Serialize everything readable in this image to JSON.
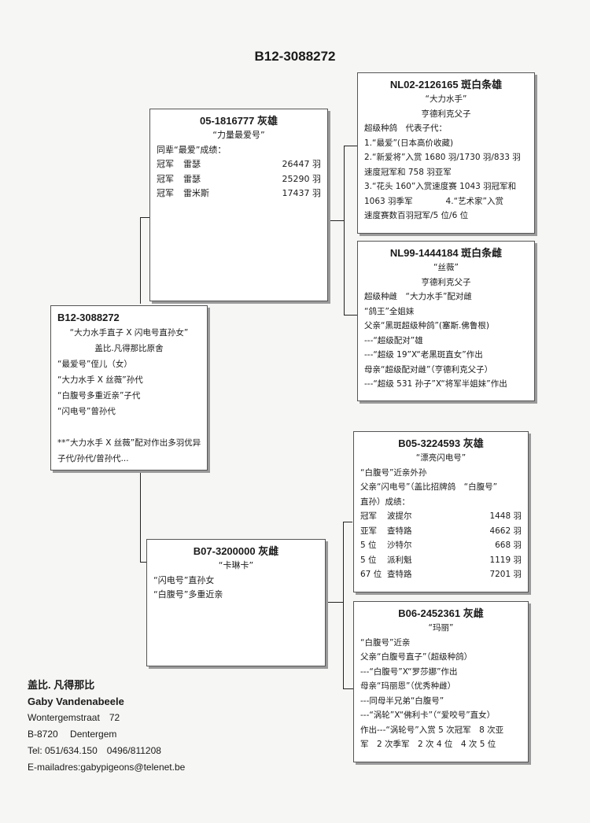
{
  "title": "B12-3088272",
  "subject": {
    "id": "B12-3088272",
    "lines": [
      "“大力水手直子 X 闪电号直孙女”",
      "盖比.凡得那比原舍",
      "“最爱号”侄儿（女）",
      "“大力水手 X 丝薇”孙代",
      "“白腹号多重近亲”子代",
      "“闪电号”曾孙代",
      "",
      "**“大力水手 X 丝薇”配对作出多羽优异",
      "子代/孙代/曾孙代..."
    ]
  },
  "sire": {
    "header": "05-1816777  灰雄",
    "name": "“力量最爱号”",
    "lines": [
      "同辈“最爱”成绩："
    ],
    "results": [
      {
        "a": "冠军",
        "b": "雷瑟",
        "c": "26447 羽"
      },
      {
        "a": "冠军",
        "b": "雷瑟",
        "c": "25290 羽"
      },
      {
        "a": "冠军",
        "b": "雷米斯",
        "c": "17437 羽"
      }
    ]
  },
  "sire_sire": {
    "header": "NL02-2126165 斑白条雄",
    "name": "“大力水手”",
    "lines": [
      "亨德利克父子",
      "超级种鸽　代表子代：",
      "1.“最爱”(日本高价收藏)",
      "2.“新爱将”入赏 1680 羽/1730 羽/833 羽",
      "速度冠军和 758 羽亚军",
      "3.“花头 160”入赏速度赛 1043 羽冠军和",
      "1063 羽季军　　　　4.“艺术家”入赏",
      "速度赛数百羽冠军/5 位/6 位"
    ]
  },
  "sire_dam": {
    "header": "NL99-1444184 斑白条雌",
    "name": "“丝薇”",
    "lines": [
      "亨德利克父子",
      "超级种雌　“大力水手”配对雌",
      "“鸽王”全姐妹",
      "父亲“黑斑超级种鸽”(塞斯.佛鲁根)",
      "---“超级配对”雄",
      "---“超级 19”X“老黑斑直女”作出",
      "母亲“超级配对雌”（亨德利克父子）",
      "---“超级 531 孙子”X“将军半姐妹”作出"
    ]
  },
  "dam": {
    "header": "B07-3200000 灰雌",
    "name": "“卡琳卡”",
    "lines": [
      "“闪电号”直孙女",
      "“白腹号”多重近亲"
    ]
  },
  "dam_sire": {
    "header": "B05-3224593  灰雄",
    "name": "“漂亮闪电号”",
    "lines": [
      "“白腹号”近亲外孙",
      "父亲“闪电号”（盖比招牌鸽　“白腹号”",
      "直孙）成绩："
    ],
    "results": [
      {
        "a": "冠军",
        "b": "波提尔",
        "c": "1448 羽"
      },
      {
        "a": "亚军",
        "b": "查特路",
        "c": "4662 羽"
      },
      {
        "a": "5 位",
        "b": "沙特尔",
        "c": "668 羽"
      },
      {
        "a": "5 位",
        "b": "派利魁",
        "c": "1119 羽"
      },
      {
        "a": "67 位",
        "b": "查特路",
        "c": "7201 羽"
      }
    ]
  },
  "dam_dam": {
    "header": "B06-2452361  灰雌",
    "name": "“玛丽”",
    "lines": [
      "“白腹号”近亲",
      "父亲“白腹号直子”（超级种鸽）",
      "---“白腹号”X“罗莎娜”作出",
      "母亲“玛丽恩”（优秀种雌）",
      "---同母半兄弟“白腹号”",
      "---“涡轮”X“佛利卡”（“爱咬号”直女）",
      "作出---“涡轮号”入赏 5 次冠军　8 次亚",
      "军　2 次季军　2 次 4 位　4 次 5 位"
    ]
  },
  "contact": {
    "name_cn": "盖比. 凡得那比",
    "name": "Gaby Vandenabeele",
    "street": "Wontergemstraat　72",
    "city": "B-8720　 Dentergem",
    "tel": "Tel: 051/634.150　0496/811208",
    "email": "E-mailadres:gabypigeons@telenet.be"
  }
}
